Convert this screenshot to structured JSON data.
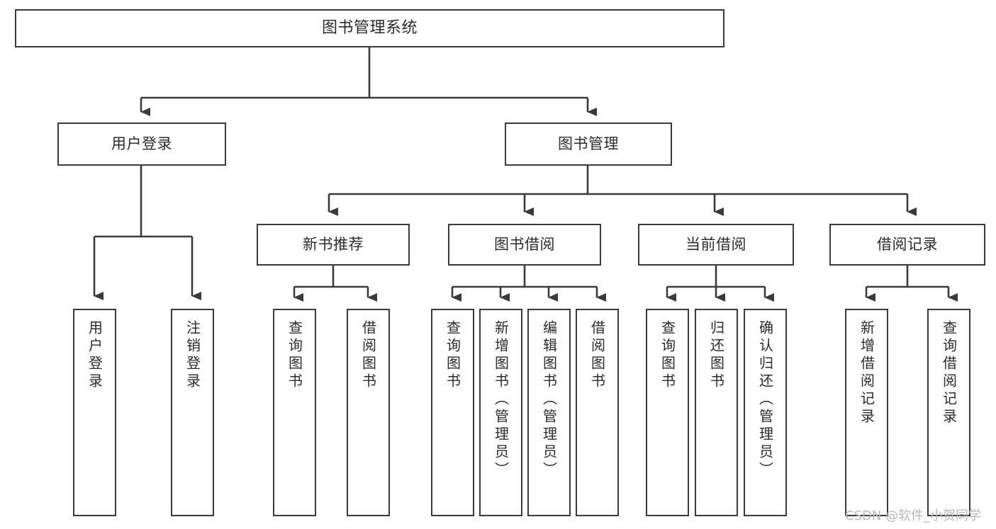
{
  "diagram": {
    "type": "tree",
    "title": "图书管理系统",
    "orientation": "top-down",
    "line_color": "#3a3a3a",
    "box_fill": "#ffffff",
    "text_color": "#2b2b2b"
  },
  "nodes": {
    "root": {
      "label": "图书管理系统",
      "level": 0,
      "text_orientation": "horizontal"
    },
    "l1": [
      {
        "id": "user-login",
        "label": "用户登录",
        "level": 1,
        "text_orientation": "horizontal"
      },
      {
        "id": "book-manage",
        "label": "图书管理",
        "level": 1,
        "text_orientation": "horizontal"
      }
    ],
    "l2": [
      {
        "id": "new-book-recommend",
        "label": "新书推荐",
        "level": 2,
        "text_orientation": "horizontal"
      },
      {
        "id": "book-borrow",
        "label": "图书借阅",
        "level": 2,
        "text_orientation": "horizontal"
      },
      {
        "id": "current-borrow",
        "label": "当前借阅",
        "level": 2,
        "text_orientation": "horizontal"
      },
      {
        "id": "borrow-record",
        "label": "借阅记录",
        "level": 2,
        "text_orientation": "horizontal"
      }
    ],
    "leaves": [
      {
        "id": "leaf-user-login",
        "label": "用户登录",
        "parent": "user-login",
        "text_orientation": "vertical"
      },
      {
        "id": "leaf-user-logout",
        "label": "注销登录",
        "parent": "user-login",
        "text_orientation": "vertical"
      },
      {
        "id": "leaf-query-book-1",
        "label": "查询图书",
        "parent": "new-book-recommend",
        "text_orientation": "vertical"
      },
      {
        "id": "leaf-borrow-book-1",
        "label": "借阅图书",
        "parent": "new-book-recommend",
        "text_orientation": "vertical"
      },
      {
        "id": "leaf-query-book-2",
        "label": "查询图书",
        "parent": "book-borrow",
        "text_orientation": "vertical"
      },
      {
        "id": "leaf-add-book-admin",
        "label": "新增图书（管理员）",
        "parent": "book-borrow",
        "text_orientation": "vertical"
      },
      {
        "id": "leaf-edit-book-admin",
        "label": "编辑图书（管理员）",
        "parent": "book-borrow",
        "text_orientation": "vertical"
      },
      {
        "id": "leaf-borrow-book-2",
        "label": "借阅图书",
        "parent": "book-borrow",
        "text_orientation": "vertical"
      },
      {
        "id": "leaf-query-book-3",
        "label": "查询图书",
        "parent": "current-borrow",
        "text_orientation": "vertical"
      },
      {
        "id": "leaf-return-book",
        "label": "归还图书",
        "parent": "current-borrow",
        "text_orientation": "vertical"
      },
      {
        "id": "leaf-confirm-return-admin",
        "label": "确认归还（管理员）",
        "parent": "current-borrow",
        "text_orientation": "vertical"
      },
      {
        "id": "leaf-add-borrow-record",
        "label": "新增借阅记录",
        "parent": "borrow-record",
        "text_orientation": "vertical"
      },
      {
        "id": "leaf-query-borrow-record",
        "label": "查询借阅记录",
        "parent": "borrow-record",
        "text_orientation": "vertical"
      }
    ]
  },
  "watermark": {
    "text": "CSDN @软件_小贺同学"
  }
}
